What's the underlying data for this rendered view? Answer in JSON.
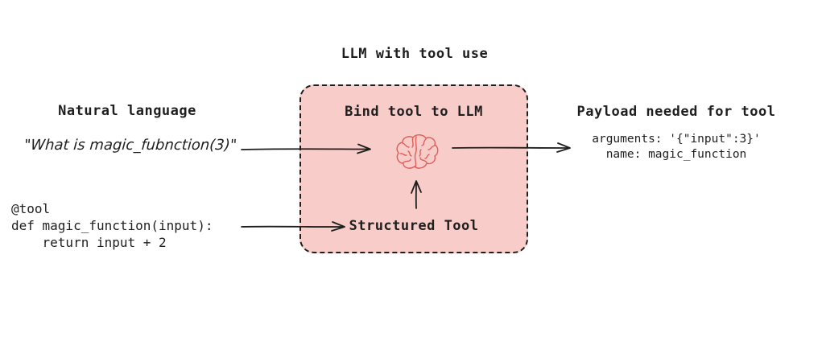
{
  "title": "LLM with tool use",
  "left": {
    "heading": "Natural language",
    "quote": "\"What is magic_fubnction(3)\"",
    "code": "@tool\ndef magic_function(input):\n    return input + 2"
  },
  "box": {
    "heading": "Bind tool to LLM",
    "icon": "brain-icon",
    "label": "Structured Tool"
  },
  "right": {
    "heading": "Payload needed for tool",
    "payload": "arguments: '{\"input\":3}'\nname: magic_function"
  },
  "colors": {
    "background": "#ffffff",
    "box_fill": "#f8ccc9",
    "box_border": "#1e1e1e",
    "text": "#1e1e1e",
    "brain_stroke": "#dd5f5a",
    "arrow": "#1e1e1e"
  }
}
